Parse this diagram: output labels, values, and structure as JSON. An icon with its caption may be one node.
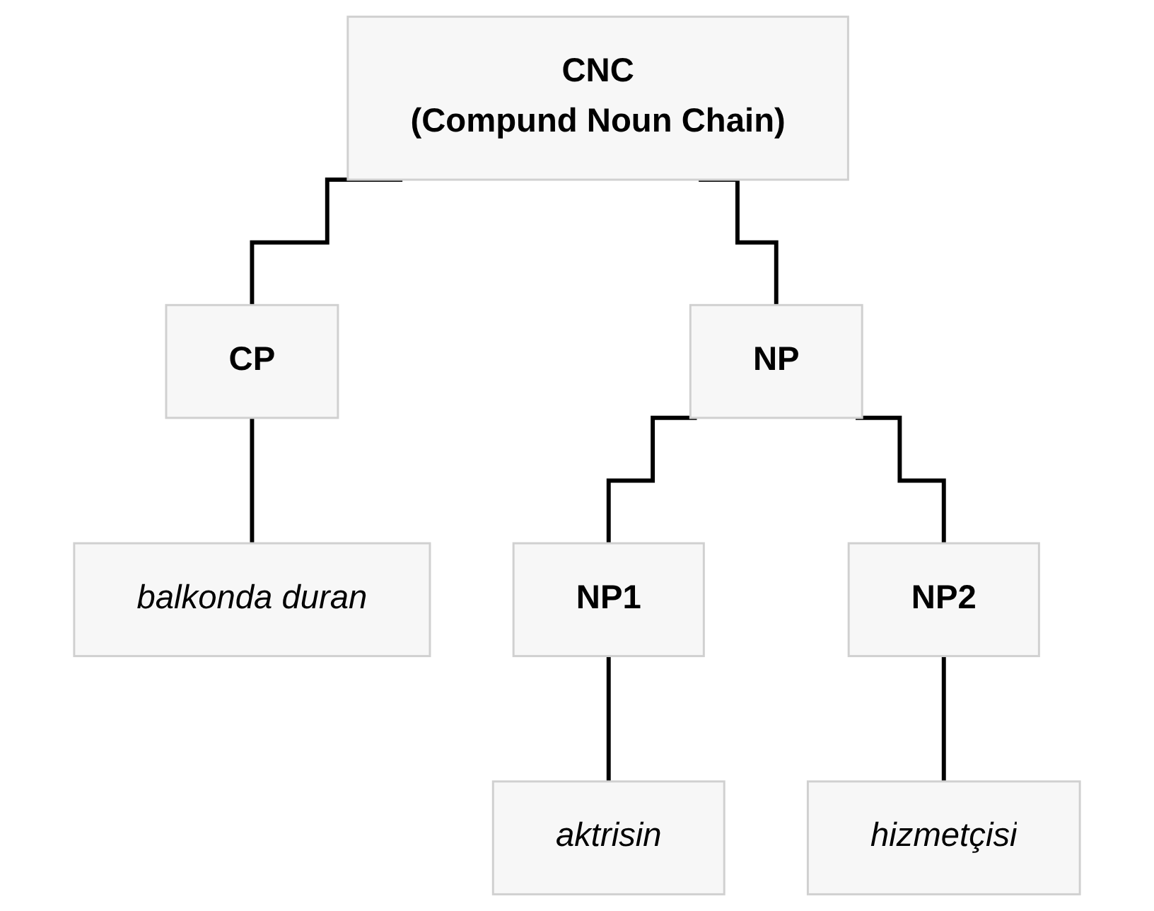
{
  "diagram": {
    "nodes": [
      {
        "text": [
          "CNC",
          "(Compund Noun Chain)"
        ]
      },
      {
        "text": [
          "CP"
        ]
      },
      {
        "text": [
          "NP"
        ]
      },
      {
        "text": [
          "balkonda duran"
        ]
      },
      {
        "text": [
          "NP1"
        ]
      },
      {
        "text": [
          "NP2"
        ]
      },
      {
        "text": [
          "aktrisin"
        ]
      },
      {
        "text": [
          "hizmetçisi"
        ]
      }
    ],
    "edges": [
      {
        "from": 0,
        "to": 1,
        "arrow": "none"
      },
      {
        "from": 0,
        "to": 2,
        "arrow": "none"
      },
      {
        "from": 1,
        "to": 3,
        "arrow": "none"
      },
      {
        "from": 2,
        "to": 4,
        "arrow": "none"
      },
      {
        "from": 2,
        "to": 5,
        "arrow": "none"
      },
      {
        "from": 4,
        "to": 6,
        "arrow": "none"
      },
      {
        "from": 5,
        "to": 7,
        "arrow": "none"
      }
    ]
  }
}
